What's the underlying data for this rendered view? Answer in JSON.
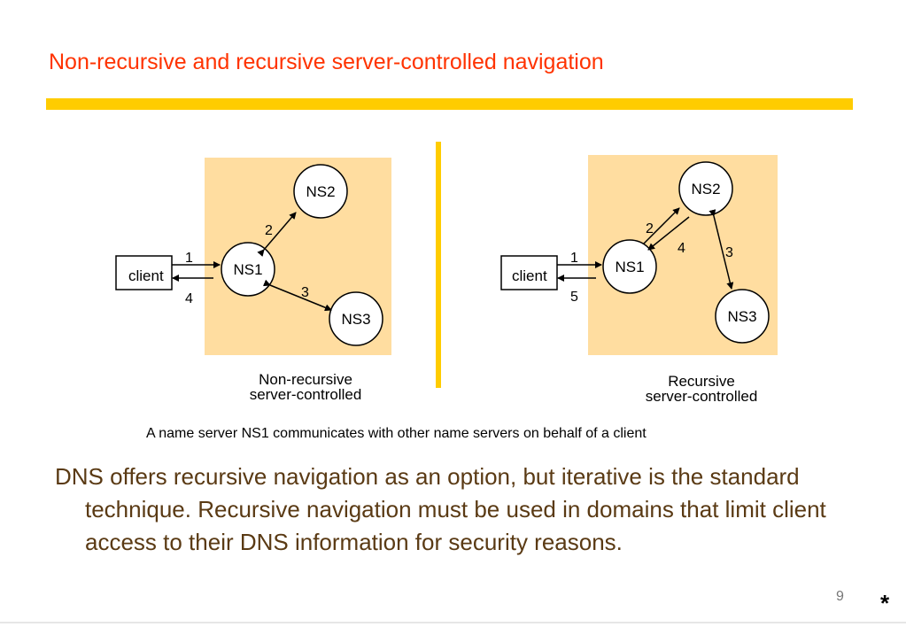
{
  "slide": {
    "title": "Non-recursive and recursive server-controlled navigation",
    "footnote": "A name server NS1 communicates with other name servers on behalf of a client",
    "body": "DNS offers recursive navigation as an option, but iterative is the standard technique. Recursive navigation must be used in domains that limit client access to their DNS information for security reasons.",
    "page_number": "9",
    "marker": "*"
  },
  "colors": {
    "title": "#ff3300",
    "accent": "#ffcc00",
    "panel": "#ffdda0",
    "body": "#5a3a14"
  },
  "left_diagram": {
    "client": "client",
    "ns1": "NS1",
    "ns2": "NS2",
    "ns3": "NS3",
    "labels": [
      "1",
      "2",
      "3",
      "4"
    ],
    "caption_line1": "Non-recursive",
    "caption_line2": "server-controlled"
  },
  "right_diagram": {
    "client": "client",
    "ns1": "NS1",
    "ns2": "NS2",
    "ns3": "NS3",
    "labels": [
      "1",
      "2",
      "3",
      "4",
      "5"
    ],
    "caption_line1": "Recursive",
    "caption_line2": "server-controlled"
  }
}
